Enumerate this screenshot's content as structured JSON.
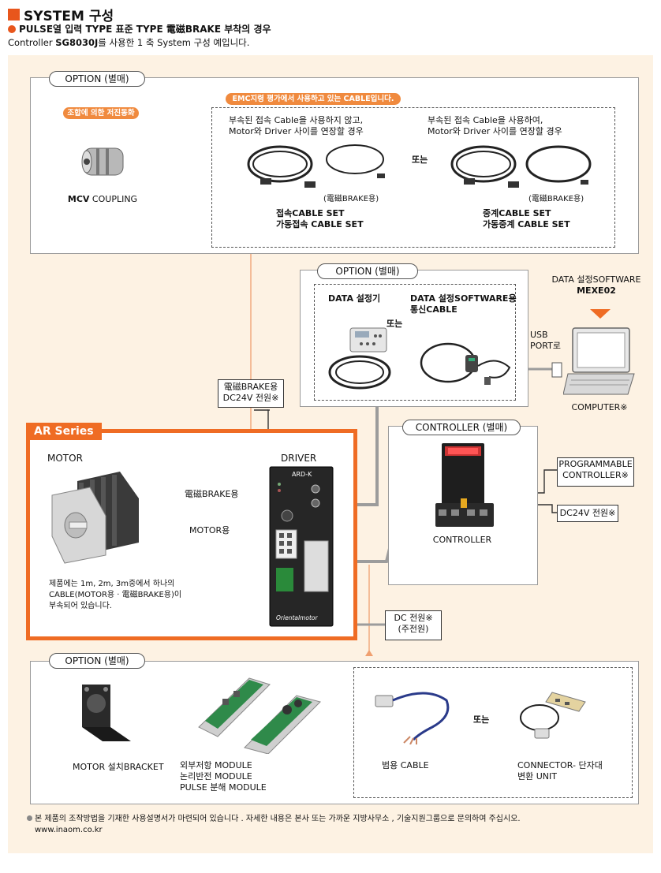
{
  "header": {
    "title": "SYSTEM 구성",
    "subtitle": "PULSE열 입력 TYPE 표준 TYPE 電磁BRAKE 부착의 경우",
    "line_prefix": "Controller ",
    "line_model": "SG8030J",
    "line_suffix": "를 사용한 1 축 System 구성 예입니다."
  },
  "top_option": {
    "pill": "OPTION (별매)",
    "coupling_tag": "조합에 의한 저진동화",
    "coupling_bold": "MCV",
    "coupling_label": " COUPLING",
    "emc_tag": "EMC지령 평가에서 사용하고 있는 CABLE입니다.",
    "left_desc_1": "부속된 접속 Cable을 사용하지 않고,",
    "left_desc_2": "Motor와 Driver 사이를 연장할 경우",
    "right_desc_1": "부속된 접속 Cable을 사용하여,",
    "right_desc_2": "Motor와 Driver 사이를 연장할 경우",
    "or": "또는",
    "brake_note_left": "(電磁BRAKE용)",
    "brake_note_right": "(電磁BRAKE용)",
    "left_set_1": "접속CABLE SET",
    "left_set_2": "가동접속 CABLE SET",
    "right_set_1": "중계CABLE SET",
    "right_set_2": "가동중계 CABLE SET"
  },
  "mid_option": {
    "pill": "OPTION (별매)",
    "data_setter": "DATA 설정기",
    "software_cable_1": "DATA 설정SOFTWARE용",
    "software_cable_2": "통신CABLE",
    "or": "또는",
    "usb_1": "USB",
    "usb_2": "PORT로",
    "software_1": "DATA 설정SOFTWARE",
    "software_2": "MEXE02",
    "computer": "COMPUTER※"
  },
  "power_brake": {
    "line1": "電磁BRAKE용",
    "line2": "DC24V 전원※"
  },
  "ar": {
    "tag": "AR Series",
    "motor": "MOTOR",
    "driver": "DRIVER",
    "brake_cable": "電磁BRAKE용",
    "motor_cable": "MOTOR용",
    "note_1": "제품에는 1m, 2m, 3m중에서 하나의",
    "note_2": "CABLE(MOTOR용 · 電磁BRAKE용)이",
    "note_3": "부속되어 있습니다.",
    "driver_model": "ARD-K",
    "driver_brand": "Orientalmotor"
  },
  "controller": {
    "pill": "CONTROLLER (별매)",
    "label": "CONTROLLER",
    "plc_1": "PROGRAMMABLE",
    "plc_2": "CONTROLLER※",
    "dc24": "DC24V 전원※"
  },
  "dc_power": {
    "line1": "DC 전원※",
    "line2": "(주전원)"
  },
  "bottom_option": {
    "pill": "OPTION (별매)",
    "bracket": "MOTOR 설치BRACKET",
    "mod_1": "외부저항 MODULE",
    "mod_2": "논리반전 MODULE",
    "mod_3": "PULSE 분해 MODULE",
    "cable": "범용 CABLE",
    "or": "또는",
    "conv_1": "CONNECTOR- 단자대",
    "conv_2": "변환 UNIT"
  },
  "footer": {
    "note": "본 제품의 조작방법을 기재한 사용설명서가 마련되어 있습니다 . 자세한 내용은 본사 또는 가까운 지방사무소 , 기술지원그룹으로 문의하여 주십시오.",
    "url": "www.inaom.co.kr"
  },
  "colors": {
    "accent": "#ef6c24",
    "panel": "#fdf2e3",
    "cable": "#9a9a9a"
  }
}
